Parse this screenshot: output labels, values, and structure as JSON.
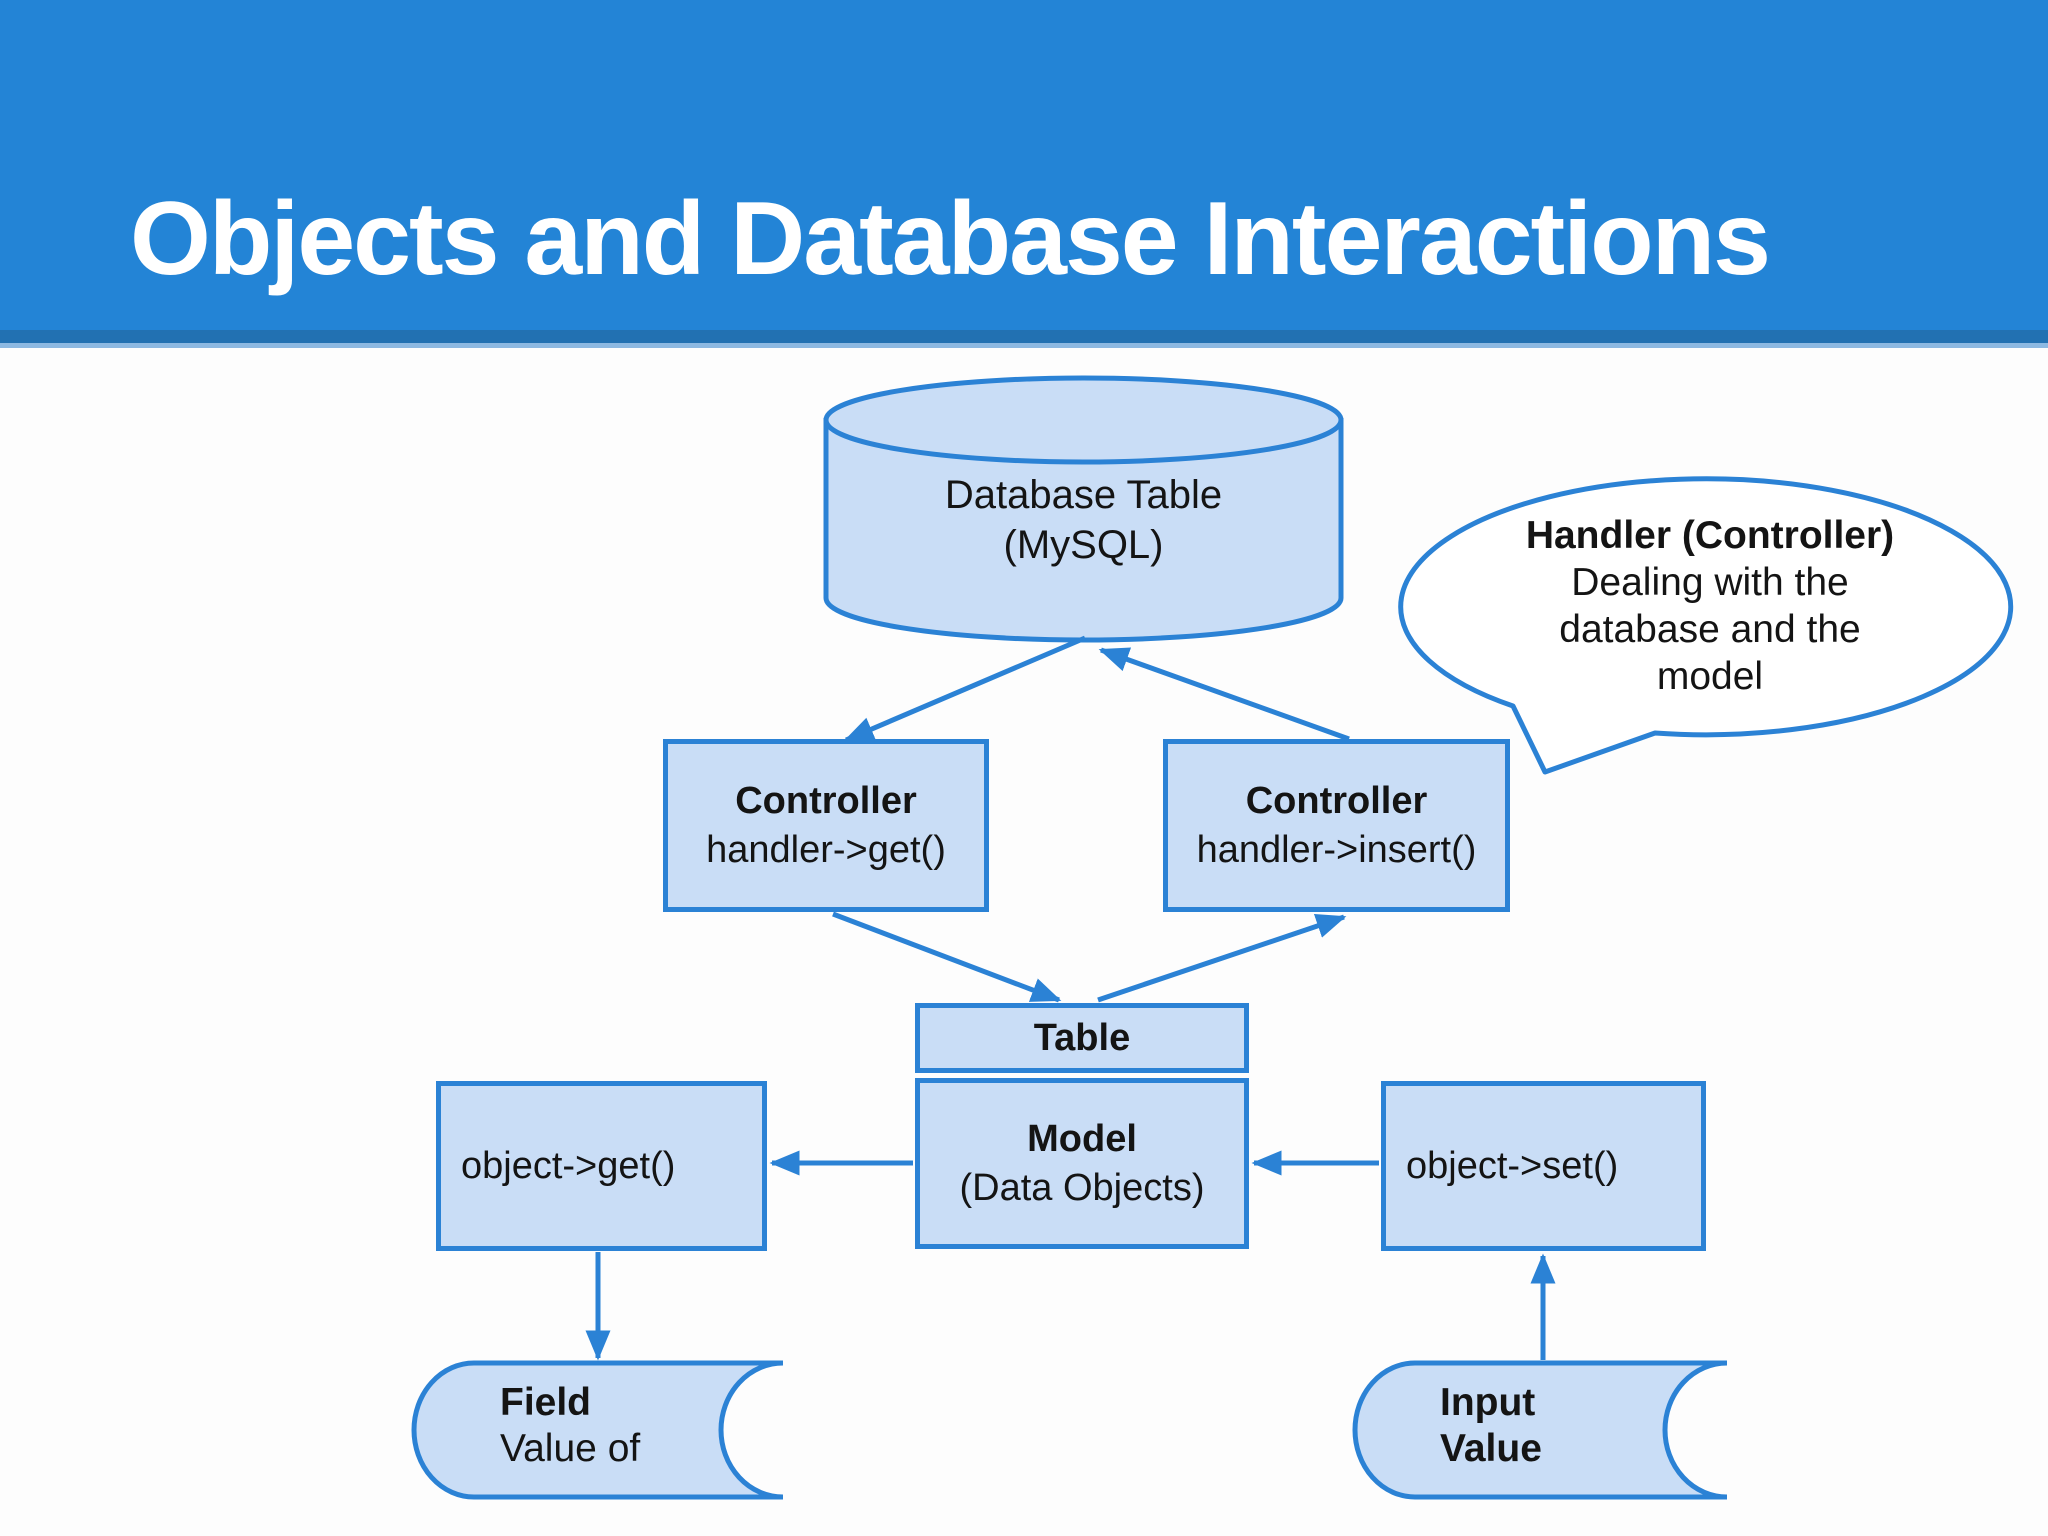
{
  "slide": {
    "title": "Objects and Database Interactions"
  },
  "colors": {
    "header_bar": "#2384d6",
    "header_strip": "#2271b2",
    "header_edge": "#8db9e2",
    "shape_stroke": "#2b82d5",
    "shape_fill": "#c9ddf6",
    "callout_fill": "#ffffff",
    "text": "#141414",
    "title_text": "#ffffff"
  },
  "diagram": {
    "database": {
      "line1": "Database Table",
      "line2": "(MySQL)"
    },
    "callout": {
      "title": "Handler (Controller)",
      "body_lines": [
        "Dealing with the",
        "database and the",
        "model"
      ]
    },
    "controller_get": {
      "title": "Controller",
      "code": "handler->get()"
    },
    "controller_insert": {
      "title": "Controller",
      "code": "handler->insert()"
    },
    "table_model": {
      "header": "Table",
      "title": "Model",
      "subtitle": "(Data Objects)"
    },
    "object_get": {
      "label": "object->get()"
    },
    "object_set": {
      "label": "object->set()"
    },
    "field_output": {
      "title": "Field",
      "subtitle": "Value of"
    },
    "input_value": {
      "title": "Input",
      "subtitle": "Value"
    }
  }
}
